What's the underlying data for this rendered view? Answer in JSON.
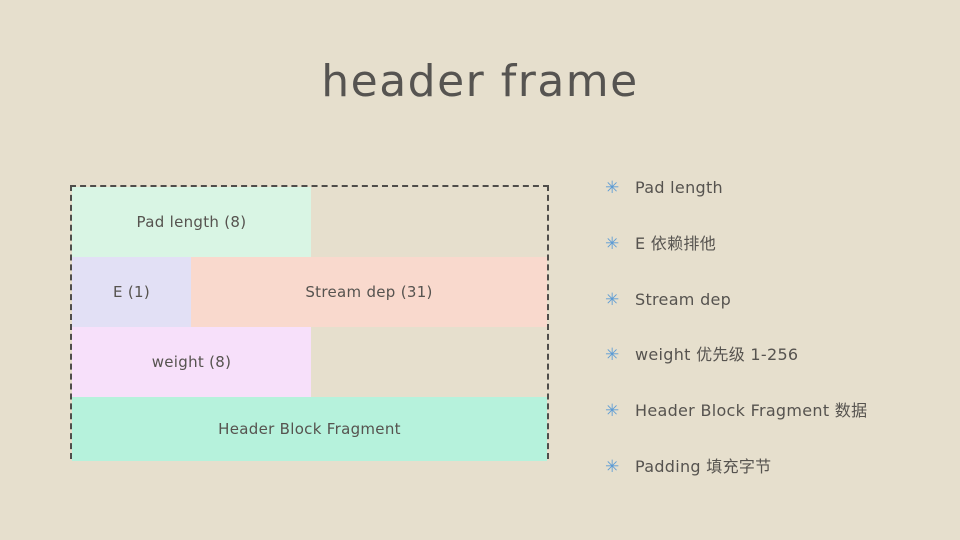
{
  "slide": {
    "title": "header frame",
    "background_color": "#e6dfcd",
    "text_color": "#56534f"
  },
  "diagram": {
    "name": "http2-header-frame-layout",
    "border_style": "dashed",
    "border_color": "#4f4d4a",
    "rows": [
      {
        "fields": [
          {
            "label": "Pad length (8)",
            "color": "#d9f5e4"
          }
        ]
      },
      {
        "fields": [
          {
            "label": "E (1)",
            "color": "#e2e0f5"
          },
          {
            "label": "Stream dep (31)",
            "color": "#f9d9cd"
          }
        ]
      },
      {
        "fields": [
          {
            "label": "weight (8)",
            "color": "#f7e0fa"
          }
        ]
      },
      {
        "fields": [
          {
            "label": "Header Block Fragment",
            "color": "#b6f2dc"
          }
        ]
      }
    ]
  },
  "bullets": {
    "marker_glyph": "✳",
    "marker_color": "#5b9bd5",
    "items": [
      {
        "text": "Pad length"
      },
      {
        "text": "E 依赖排他"
      },
      {
        "text": "Stream dep"
      },
      {
        "text": "weight 优先级 1-256"
      },
      {
        "text": "Header Block Fragment 数据"
      },
      {
        "text": "Padding 填充字节"
      }
    ]
  }
}
